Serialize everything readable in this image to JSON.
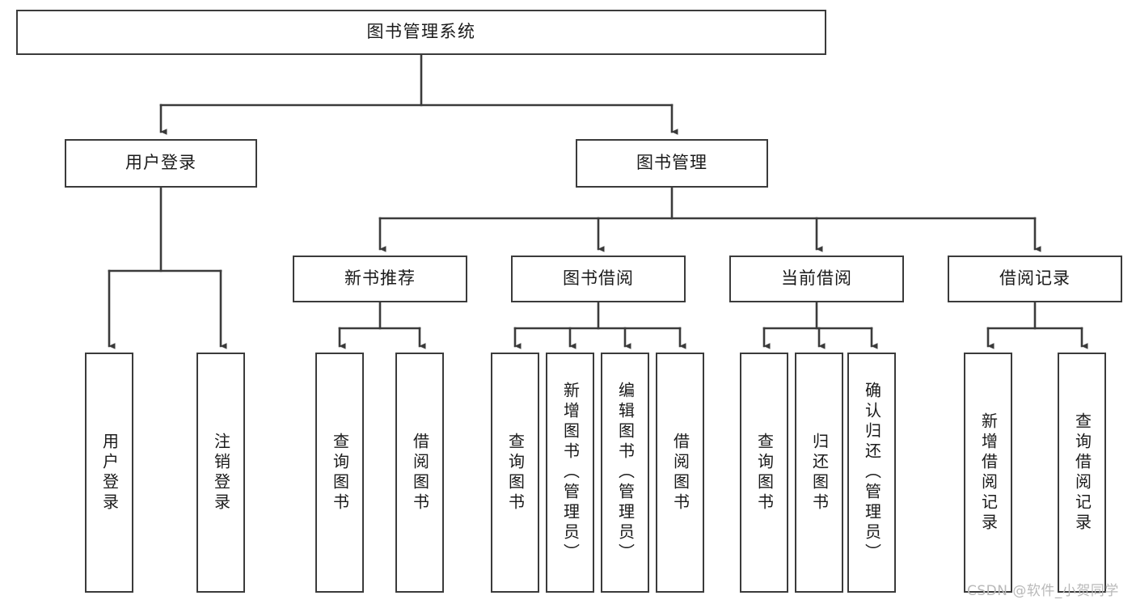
{
  "diagram": {
    "title": "图书管理系统",
    "type": "tree-hierarchy-diagram",
    "colors": {
      "background": "#ffffff",
      "box_border": "#3b3b3b",
      "box_fill": "#ffffff",
      "edge": "#3b3b3b",
      "text": "#1a1a1a",
      "watermark": "#b9b9b9"
    },
    "root": {
      "label": "图书管理系统"
    },
    "level2": [
      {
        "label": "用户登录"
      },
      {
        "label": "图书管理"
      }
    ],
    "level3": [
      {
        "label": "新书推荐"
      },
      {
        "label": "图书借阅"
      },
      {
        "label": "当前借阅"
      },
      {
        "label": "借阅记录"
      }
    ],
    "leaves": {
      "user_login": [
        {
          "label": "用户登录"
        },
        {
          "label": "注销登录"
        }
      ],
      "new_book_recommend": [
        {
          "label": "查询图书"
        },
        {
          "label": "借阅图书"
        }
      ],
      "book_borrow": [
        {
          "label": "查询图书"
        },
        {
          "label": "新增图书（管理员）"
        },
        {
          "label": "编辑图书（管理员）"
        },
        {
          "label": "借阅图书"
        }
      ],
      "current_borrow": [
        {
          "label": "查询图书"
        },
        {
          "label": "归还图书"
        },
        {
          "label": "确认归还（管理员）"
        }
      ],
      "borrow_record": [
        {
          "label": "新增借阅记录"
        },
        {
          "label": "查询借阅记录"
        }
      ]
    }
  },
  "watermark": {
    "text": "CSDN @软件_小贺同学"
  }
}
